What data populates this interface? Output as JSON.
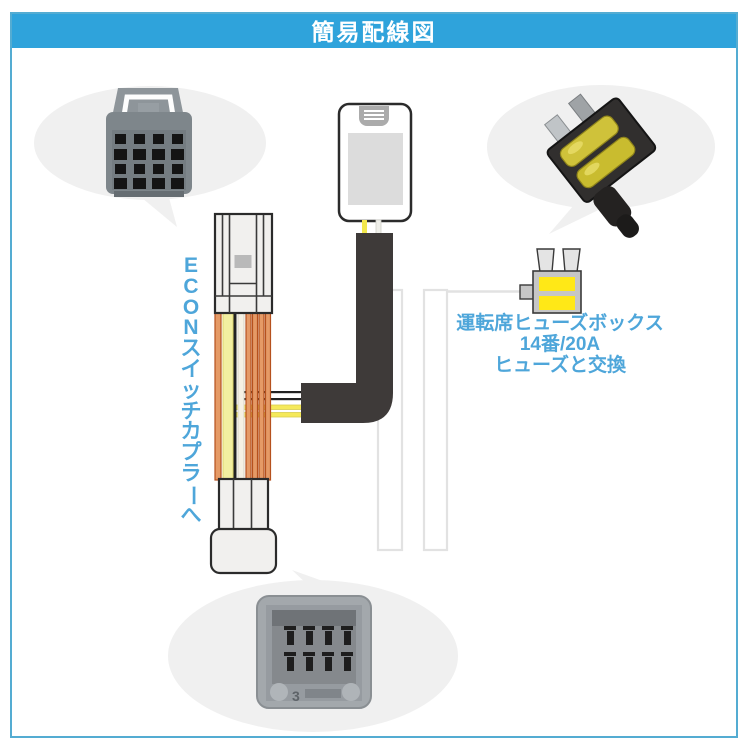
{
  "title": "簡易配線図",
  "econ_label": "ECONスイッチカプラーへ",
  "fuse_note": {
    "line1": "運転席ヒューズボックス",
    "line2": "14番/20A",
    "line3": "ヒューズと交換"
  },
  "socket_mark": "3",
  "colors": {
    "banner_blue": "#2FA3DB",
    "frame_border": "#54ACD2",
    "note_text_blue": "#4EA6DA",
    "speech_bubble_gray": "#F0F0F0",
    "tube_dark": "#3E3A39",
    "wire_orange": "#E59A66",
    "wire_yellow_pale": "#F2EFA0",
    "wire_yellow_bright": "#F5E95A",
    "wire_black": "#222222",
    "wire_white": "#F5F1E4",
    "fuse_yellow": "#FFE817",
    "connector_line_art": "#2B2B2B"
  },
  "images": {
    "photo_top_left": "econ-coupler-connector-photo",
    "photo_top_right": "fuse-tap-holder-photo",
    "photo_bottom": "econ-switch-socket-photo",
    "illustration_fuse_tap": "fuse-tap-illustration",
    "illustration_device": "control-unit-box",
    "illustration_harness": "wiring-harness"
  }
}
